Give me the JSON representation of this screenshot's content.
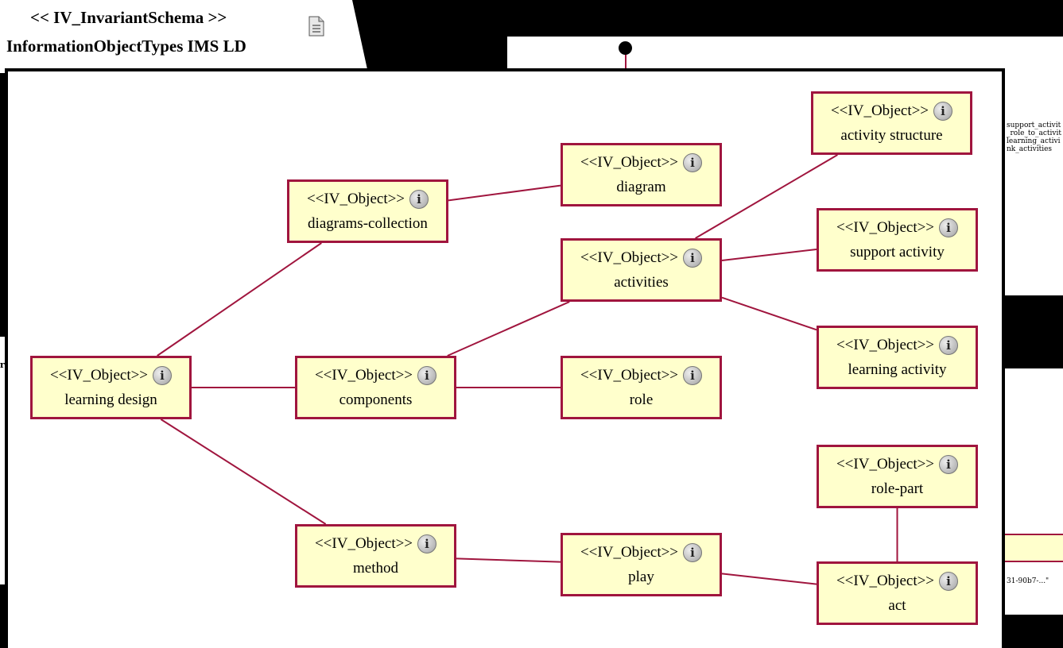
{
  "tab": {
    "stereotype": "<< IV_InvariantSchema >>",
    "title": "InformationObjectTypes IMS LD"
  },
  "colors": {
    "node_fill": "#ffffcc",
    "node_border": "#a0153e",
    "edge": "#a0153e"
  },
  "nodes": [
    {
      "id": "learning-design",
      "stereotype": "<<IV_Object>>",
      "name": "learning design"
    },
    {
      "id": "diagrams-collection",
      "stereotype": "<<IV_Object>>",
      "name": "diagrams-collection"
    },
    {
      "id": "components",
      "stereotype": "<<IV_Object>>",
      "name": "components"
    },
    {
      "id": "method",
      "stereotype": "<<IV_Object>>",
      "name": "method"
    },
    {
      "id": "diagram",
      "stereotype": "<<IV_Object>>",
      "name": "diagram"
    },
    {
      "id": "activities",
      "stereotype": "<<IV_Object>>",
      "name": "activities"
    },
    {
      "id": "role",
      "stereotype": "<<IV_Object>>",
      "name": "role"
    },
    {
      "id": "play",
      "stereotype": "<<IV_Object>>",
      "name": "play"
    },
    {
      "id": "activity-structure",
      "stereotype": "<<IV_Object>>",
      "name": "activity structure"
    },
    {
      "id": "support-activity",
      "stereotype": "<<IV_Object>>",
      "name": "support activity"
    },
    {
      "id": "learning-activity",
      "stereotype": "<<IV_Object>>",
      "name": "learning activity"
    },
    {
      "id": "role-part",
      "stereotype": "<<IV_Object>>",
      "name": "role-part"
    },
    {
      "id": "act",
      "stereotype": "<<IV_Object>>",
      "name": "act"
    }
  ],
  "edges": [
    [
      "learning-design",
      "diagrams-collection"
    ],
    [
      "learning-design",
      "components"
    ],
    [
      "learning-design",
      "method"
    ],
    [
      "diagrams-collection",
      "diagram"
    ],
    [
      "components",
      "activities"
    ],
    [
      "components",
      "role"
    ],
    [
      "activities",
      "activity-structure"
    ],
    [
      "activities",
      "support-activity"
    ],
    [
      "activities",
      "learning-activity"
    ],
    [
      "method",
      "play"
    ],
    [
      "play",
      "act"
    ],
    [
      "act",
      "role-part"
    ]
  ],
  "background_snippets": {
    "right_list": [
      "support_activit",
      "_role_to_activit",
      "learning_activi",
      "nk_activities"
    ],
    "left_edge": "r",
    "bottom_right": "31-90b7-...\""
  }
}
